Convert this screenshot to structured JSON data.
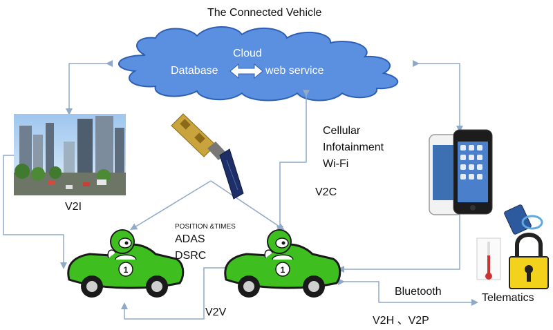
{
  "title": "The Connected Vehicle",
  "cloud": {
    "label": "Cloud",
    "left": "Database",
    "right": "web service"
  },
  "labels": {
    "v2i": "V2I",
    "v2c": "V2C",
    "v2v": "V2V",
    "v2h_v2p": "V2H 、V2P",
    "position_times": "POSITION &TIMES",
    "adas": "ADAS",
    "dsrc": "DSRC",
    "cellular": "Cellular",
    "infotainment": "Infotainment",
    "wifi": "Wi-Fi",
    "bluetooth": "Bluetooth",
    "telematics": "Telematics"
  },
  "car_number": "1",
  "colors": {
    "car_green": "#3fbf1f",
    "cloud_blue": "#5b8fe0",
    "arrow_gray": "#8fa9c9",
    "lock_yellow": "#f2d21a"
  }
}
